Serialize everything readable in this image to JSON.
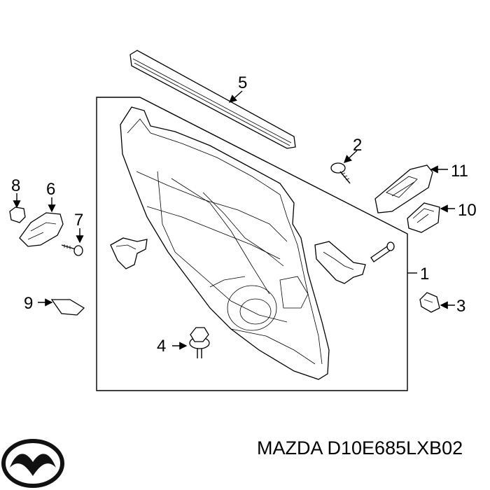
{
  "callouts": {
    "c1": "1",
    "c2": "2",
    "c3": "3",
    "c4": "4",
    "c5": "5",
    "c6": "6",
    "c7": "7",
    "c8": "8",
    "c9": "9",
    "c10": "10",
    "c11": "11"
  },
  "footer": {
    "part_label": "MAZDA D10E685LXB02"
  },
  "logo": {
    "brand": "Mazda"
  }
}
